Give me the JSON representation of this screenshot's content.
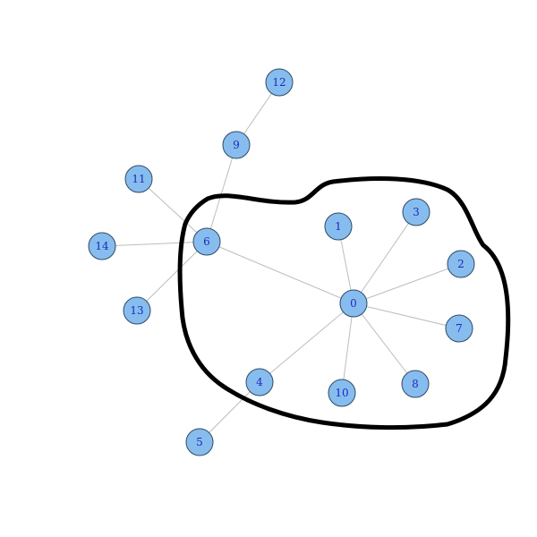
{
  "graph": {
    "node_fill": "#87bdee",
    "node_stroke": "#2e4a66",
    "label_color": "#1a2bbf",
    "edge_color": "#bdbdbd",
    "group_outline_color": "#000000",
    "nodes": [
      {
        "id": "0",
        "label": "0"
      },
      {
        "id": "1",
        "label": "1"
      },
      {
        "id": "2",
        "label": "2"
      },
      {
        "id": "3",
        "label": "3"
      },
      {
        "id": "4",
        "label": "4"
      },
      {
        "id": "5",
        "label": "5"
      },
      {
        "id": "6",
        "label": "6"
      },
      {
        "id": "7",
        "label": "7"
      },
      {
        "id": "8",
        "label": "8"
      },
      {
        "id": "9",
        "label": "9"
      },
      {
        "id": "10",
        "label": "10"
      },
      {
        "id": "11",
        "label": "11"
      },
      {
        "id": "12",
        "label": "12"
      },
      {
        "id": "13",
        "label": "13"
      },
      {
        "id": "14",
        "label": "14"
      }
    ],
    "edges": [
      [
        "0",
        "1"
      ],
      [
        "0",
        "2"
      ],
      [
        "0",
        "3"
      ],
      [
        "0",
        "4"
      ],
      [
        "0",
        "6"
      ],
      [
        "0",
        "7"
      ],
      [
        "0",
        "8"
      ],
      [
        "0",
        "10"
      ],
      [
        "4",
        "5"
      ],
      [
        "6",
        "9"
      ],
      [
        "6",
        "11"
      ],
      [
        "6",
        "13"
      ],
      [
        "6",
        "14"
      ],
      [
        "9",
        "12"
      ]
    ],
    "highlighted_group": [
      "0",
      "1",
      "2",
      "3",
      "4",
      "6",
      "7",
      "8",
      "10"
    ]
  }
}
